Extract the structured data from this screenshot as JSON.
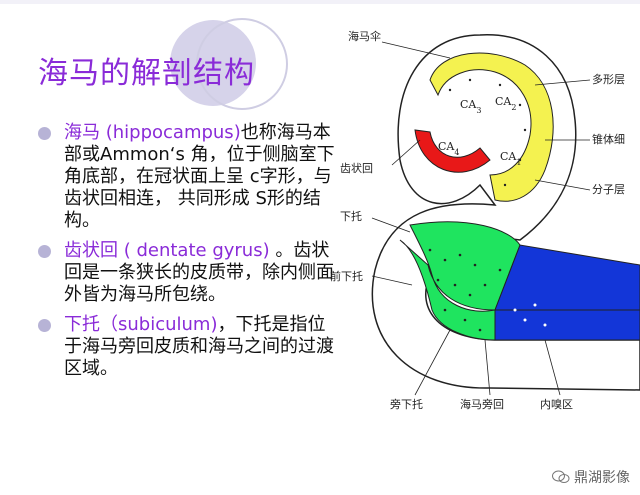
{
  "slide": {
    "title": "海马的解剖结构",
    "bullets": [
      {
        "term": "海马 (hippocampus)",
        "text": "也称海马本部或Ammon‘s 角，位于侧脑室下角底部，在冠状面上呈 c字形，与齿状回相连， 共同形成 S形的结构。"
      },
      {
        "term": " 齿状回 ( dentate gyrus) ",
        "text": "。齿状回是一条狭长的皮质带，除内侧面外皆为海马所包绕。"
      },
      {
        "term": "下托（subiculum)",
        "text": "，下托是指位于海马旁回皮质和海马之间的过渡区域。"
      }
    ]
  },
  "diagram": {
    "labels": {
      "fimbria": "海马伞",
      "dentate": "齿状回",
      "subiculum": "下托",
      "presubiculum": "前下托",
      "parasubiculum": "旁下托",
      "parahippocampal": "海马旁回",
      "entorhinal": "内嗅区",
      "polymorphic": "多形层",
      "pyramidal": "锥体细",
      "molecular": "分子层"
    },
    "ca_labels": {
      "ca1": "CA",
      "ca1_sub": "1",
      "ca2": "CA",
      "ca2_sub": "2",
      "ca3": "CA",
      "ca3_sub": "3",
      "ca4": "CA",
      "ca4_sub": "4"
    },
    "colors": {
      "yellow": "#f4f250",
      "red": "#e81818",
      "green": "#1fe45f",
      "blue": "#1336d8",
      "line": "#222222"
    }
  },
  "watermark": {
    "text": "鼎湖影像",
    "icon": "wechat-icon"
  }
}
